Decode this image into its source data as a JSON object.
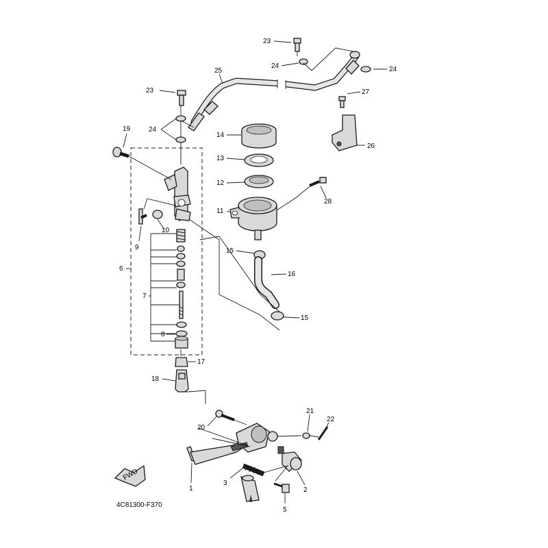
{
  "figure": {
    "code": "4C81300-F370",
    "fwd_label": "FWD"
  },
  "callouts": {
    "c1": "1",
    "c2": "2",
    "c3": "3",
    "c4": "4",
    "c5": "5",
    "c6": "6",
    "c7": "7",
    "c8": "8",
    "c9": "9",
    "c10": "10",
    "c11": "11",
    "c12": "12",
    "c13": "13",
    "c14": "14",
    "c15a": "15",
    "c15b": "15",
    "c16": "16",
    "c17": "17",
    "c18": "18",
    "c19": "19",
    "c20": "20",
    "c21": "21",
    "c22": "22",
    "c23a": "23",
    "c23b": "23",
    "c24a": "24",
    "c24b": "24",
    "c24c": "24",
    "c25": "25",
    "c26": "26",
    "c27": "27",
    "c28": "28"
  }
}
